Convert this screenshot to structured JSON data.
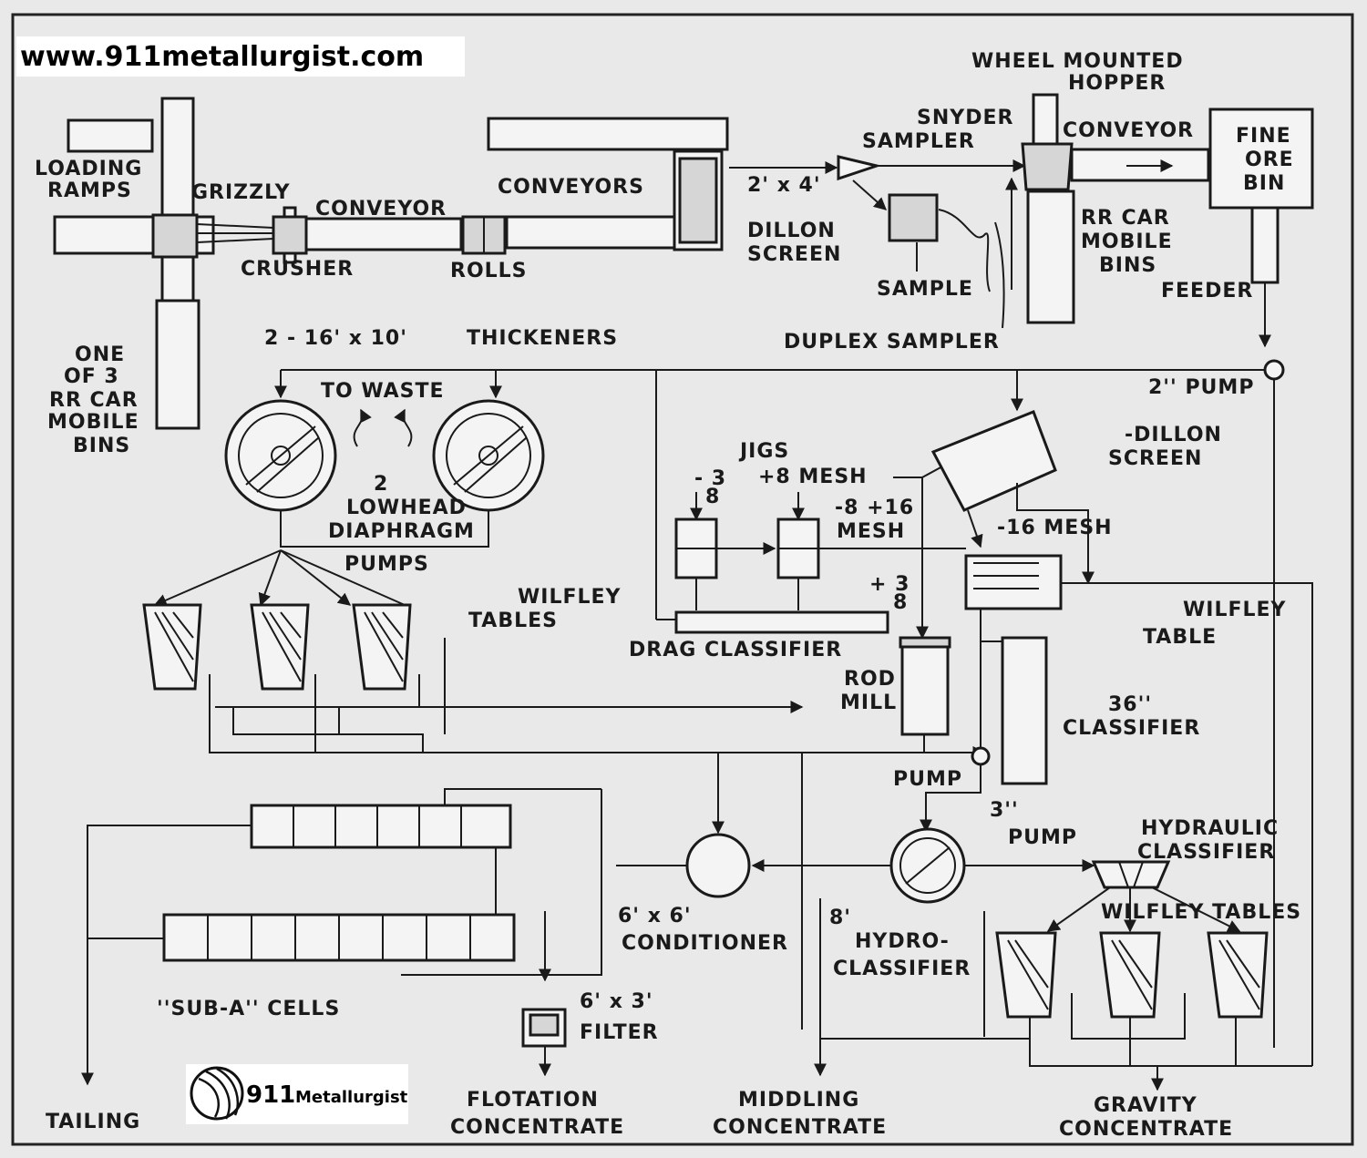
{
  "header": {
    "url": "www.911metallurgist.com"
  },
  "logo": {
    "number": "911",
    "word": "Metallurgist"
  },
  "colors": {
    "background": "#e9e9e9",
    "ink": "#1a1a1a",
    "border": "#222222"
  },
  "labels": {
    "loading_ramps": [
      "LOADING",
      "RAMPS"
    ],
    "grizzly": "GRIZZLY",
    "conveyor_1": "CONVEYOR",
    "crusher": "CRUSHER",
    "rolls": "ROLLS",
    "conveyors": "CONVEYORS",
    "screen_size": "2' x 4'",
    "dillon_screen_1": [
      "DILLON",
      "SCREEN"
    ],
    "snyder_sampler": [
      "SNYDER",
      "SAMPLER"
    ],
    "sample": "SAMPLE",
    "duplex_sampler": "DUPLEX SAMPLER",
    "wheel_mounted_hopper": [
      "WHEEL   MOUNTED",
      "HOPPER"
    ],
    "conveyor_2": "CONVEYOR",
    "fine_ore_bin": [
      "FINE",
      "ORE",
      "BIN"
    ],
    "rr_car_bins_1": [
      "RR CAR",
      "MOBILE",
      "BINS"
    ],
    "feeder": "FEEDER",
    "one_of_3_bins": [
      "ONE",
      "OF  3",
      "RR CAR",
      "MOBILE",
      "BINS"
    ],
    "thickeners_size": "2 -  16' x 10'",
    "thickeners": "THICKENERS",
    "to_waste": "TO  WASTE",
    "lowhead_pumps": [
      "2",
      "LOWHEAD",
      "DIAPHRAGM",
      "PUMPS"
    ],
    "pump_2in": "2'' PUMP",
    "dillon_screen_2": [
      "-DILLON",
      "SCREEN"
    ],
    "jigs": "JIGS",
    "jig_mesh_1": [
      "- 3",
      "8",
      "+8  MESH"
    ],
    "jig_mesh_2": [
      "-8 +16",
      "MESH"
    ],
    "minus16_mesh": "-16  MESH",
    "plus_3_8": [
      "+ 3",
      "8"
    ],
    "wilfley_tables_1": [
      "WILFLEY",
      "TABLES"
    ],
    "drag_classifier": "DRAG CLASSIFIER",
    "wilfley_table_2": [
      "WILFLEY",
      "TABLE"
    ],
    "rod_mill": [
      "ROD",
      "MILL"
    ],
    "classifier_36": [
      "36''",
      "CLASSIFIER"
    ],
    "pump": "PUMP",
    "pump_3in": [
      "3''",
      "PUMP"
    ],
    "hydraulic_classifier": [
      "HYDRAULIC",
      "CLASSIFIER"
    ],
    "conditioner": [
      "6' x 6'",
      "CONDITIONER"
    ],
    "hydro_classifier": [
      "8'",
      "HYDRO-",
      "CLASSIFIER"
    ],
    "wilfley_tables_3": "WILFLEY TABLES",
    "sub_a_cells": "''SUB-A''  CELLS",
    "filter": [
      "6' x 3'",
      "FILTER"
    ],
    "tailing": "TAILING",
    "flotation_concentrate": [
      "FLOTATION",
      "CONCENTRATE"
    ],
    "middling_concentrate": [
      "MIDDLING",
      "CONCENTRATE"
    ],
    "gravity_concentrate": [
      "GRAVITY",
      "CONCENTRATE"
    ]
  }
}
